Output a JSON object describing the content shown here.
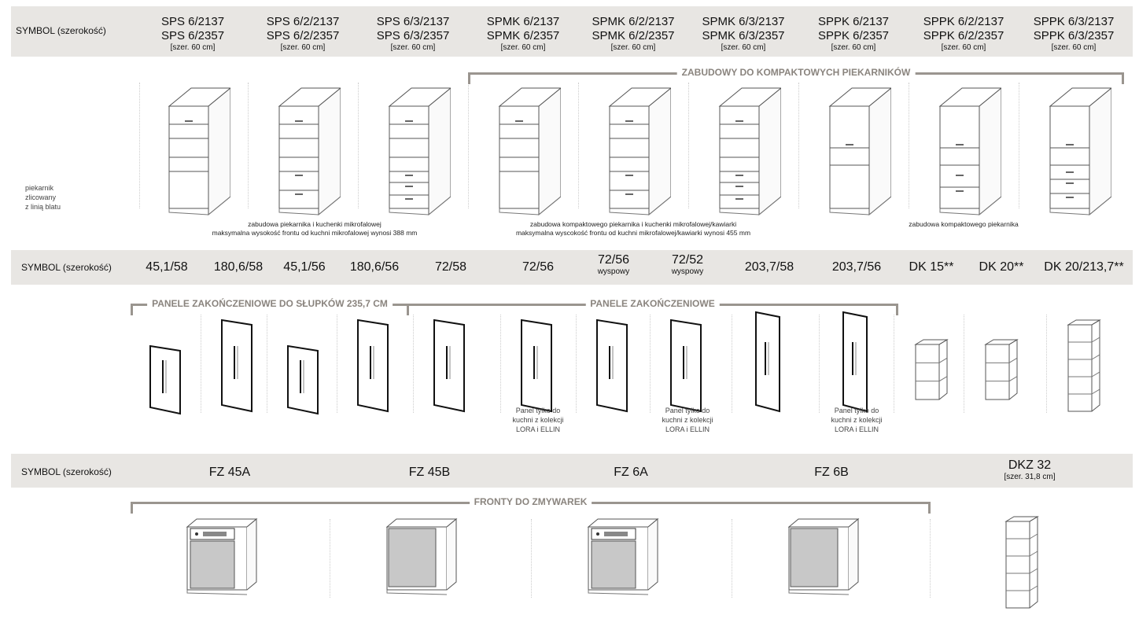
{
  "row1": {
    "label": "SYMBOL (szerokość)",
    "items": [
      {
        "l1": "SPS 6/2137",
        "l2": "SPS 6/2357",
        "w": "[szer. 60 cm]",
        "v": "oven1"
      },
      {
        "l1": "SPS 6/2/2137",
        "l2": "SPS 6/2/2357",
        "w": "[szer. 60 cm]",
        "v": "oven2"
      },
      {
        "l1": "SPS 6/3/2137",
        "l2": "SPS 6/3/2357",
        "w": "[szer. 60 cm]",
        "v": "oven3"
      },
      {
        "l1": "SPMK 6/2137",
        "l2": "SPMK 6/2357",
        "w": "[szer. 60 cm]",
        "v": "oven1"
      },
      {
        "l1": "SPMK 6/2/2137",
        "l2": "SPMK 6/2/2357",
        "w": "[szer. 60 cm]",
        "v": "oven2"
      },
      {
        "l1": "SPMK 6/3/2137",
        "l2": "SPMK 6/3/2357",
        "w": "[szer. 60 cm]",
        "v": "oven3"
      },
      {
        "l1": "SPPK 6/2137",
        "l2": "SPPK 6/2357",
        "w": "[szer. 60 cm]",
        "v": "comp1"
      },
      {
        "l1": "SPPK 6/2/2137",
        "l2": "SPPK 6/2/2357",
        "w": "[szer. 60 cm]",
        "v": "comp2"
      },
      {
        "l1": "SPPK 6/3/2137",
        "l2": "SPPK 6/3/2357",
        "w": "[szer. 60 cm]",
        "v": "comp3"
      }
    ],
    "section": "ZABUDOWY DO KOMPAKTOWYCH PIEKARNIKÓW",
    "side_note": [
      "piekarnik",
      "zlicowany",
      "z linią blatu"
    ],
    "cap1": [
      "zabudowa piekarnika i kuchenki mikrofalowej",
      "maksymalna wysokość frontu od kuchni mikrofalowej wynosi 388 mm"
    ],
    "cap2": [
      "zabudowa kompaktowego piekarnika i kuchenki mikrofalowej/kawiarki",
      "maksymalna wyscokość frontu od kuchni mikrofalowej/kawiarki wynosi 455 mm"
    ],
    "cap3": "zabudowa kompaktowego piekarnika"
  },
  "row2": {
    "label": "SYMBOL (szerokość)",
    "items": [
      {
        "s": "45,1/58",
        "t": "p_s"
      },
      {
        "s": "180,6/58",
        "t": "p_t"
      },
      {
        "s": "45,1/56",
        "t": "p_s"
      },
      {
        "s": "180,6/56",
        "t": "p_t"
      },
      {
        "s": "72/58",
        "t": "p_t"
      },
      {
        "s": "72/56",
        "t": "p_t"
      },
      {
        "s": "72/56",
        "n": "wyspowy",
        "t": "p_t"
      },
      {
        "s": "72/52",
        "n": "wyspowy",
        "t": "p_t"
      },
      {
        "s": "203,7/58",
        "t": "p_x"
      },
      {
        "s": "203,7/56",
        "t": "p_x"
      },
      {
        "s": "DK 15**",
        "t": "r_s"
      },
      {
        "s": "DK 20**",
        "t": "r_s"
      },
      {
        "s": "DK 20/213,7**",
        "t": "r_t"
      }
    ],
    "section1": "PANELE ZAKOŃCZENIOWE DO SŁUPKÓW 235,7 CM",
    "section2": "PANELE ZAKOŃCZENIOWE",
    "panel_note": [
      "Panel tylko do",
      "kuchni z kolekcji",
      "LORA i ELLIN"
    ]
  },
  "row3": {
    "label": "SYMBOL (szerokość)",
    "items": [
      {
        "s": "FZ 45A",
        "t": "dw_a"
      },
      {
        "s": "FZ 45B",
        "t": "dw_b"
      },
      {
        "s": "FZ 6A",
        "t": "dw_a"
      },
      {
        "s": "FZ 6B",
        "t": "dw_b"
      },
      {
        "s": "DKZ 32",
        "w": "[szer. 31,8 cm]",
        "t": "rack"
      }
    ],
    "section": "FRONTY DO ZMYWAREK"
  },
  "colors": {
    "bar": "#e8e6e3",
    "bracket": "#9a958f"
  }
}
